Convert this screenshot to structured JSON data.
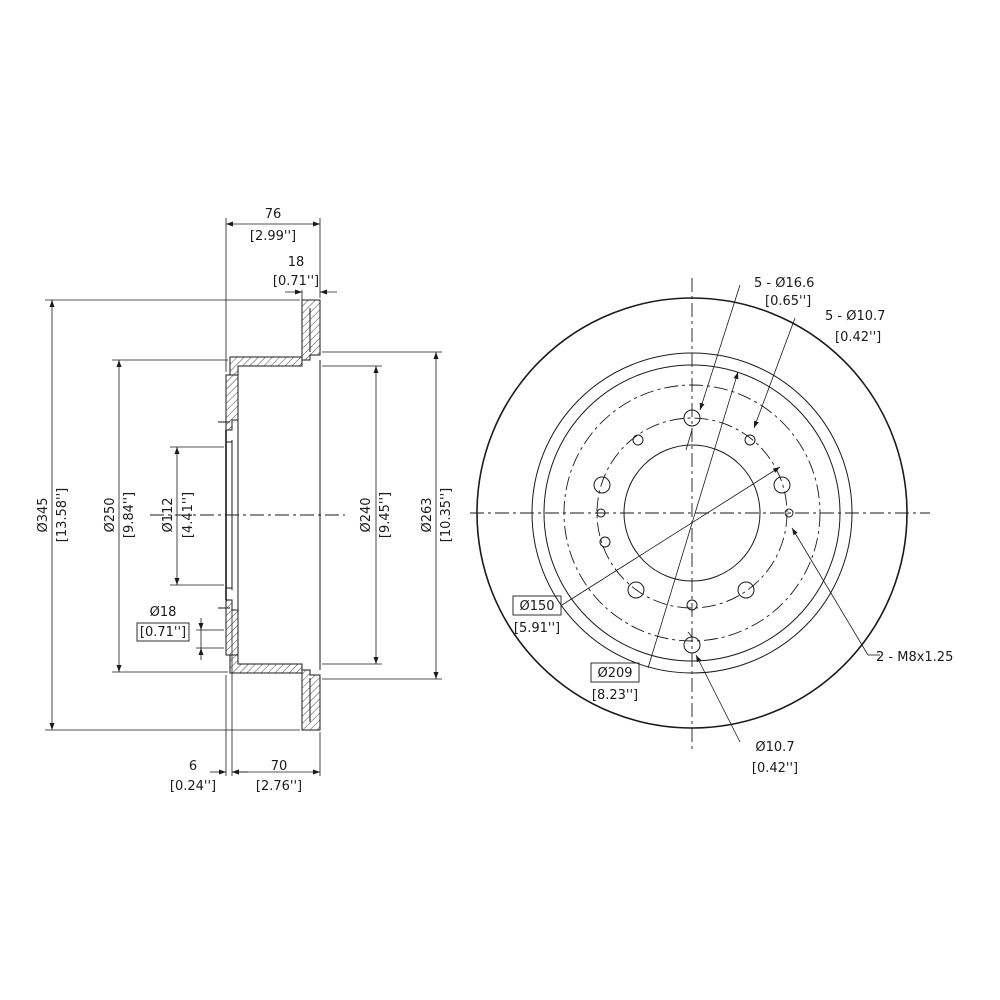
{
  "side_view": {
    "overall_depth": {
      "mm": "76",
      "inch": "[2.99'']"
    },
    "disc_thickness": {
      "mm": "18",
      "inch": "[0.71'']"
    },
    "outer_diameter": {
      "mm": "Ø345",
      "inch": "[13.58'']"
    },
    "hat_diameter": {
      "mm": "Ø250",
      "inch": "[9.84'']"
    },
    "center_bore": {
      "mm": "Ø112",
      "inch": "[4.41'']"
    },
    "inner_diameter": {
      "mm": "Ø240",
      "inch": "[9.45'']"
    },
    "friction_inner_diameter": {
      "mm": "Ø263",
      "inch": "[10.35'']"
    },
    "hole_diameter": {
      "mm": "Ø18",
      "inch": "[0.71'']"
    },
    "hat_thickness": {
      "mm": "6",
      "inch": "[0.24'']"
    },
    "hat_height": {
      "mm": "70",
      "inch": "[2.76'']"
    }
  },
  "front_view": {
    "lug_holes": {
      "mm": "5 - Ø16.6",
      "inch": "[0.65'']"
    },
    "small_holes": {
      "mm": "5 - Ø10.7",
      "inch": "[0.42'']"
    },
    "threaded_holes": {
      "label": "2 - M8x1.25"
    },
    "bolt_circle": {
      "mm": "Ø150",
      "inch": "[5.91'']"
    },
    "outer_circle": {
      "mm": "Ø209",
      "inch": "[8.23'']"
    },
    "single_hole": {
      "mm": "Ø10.7",
      "inch": "[0.42'']"
    }
  }
}
